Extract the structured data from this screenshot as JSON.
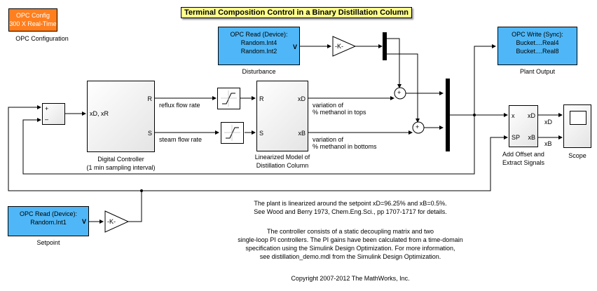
{
  "title": "Terminal Composition Control in a Binary Distillation Column",
  "opc_config": {
    "line1": "OPC Config",
    "line2": "300 X Real-Time",
    "label": "OPC Configuration"
  },
  "opc_read_disturbance": {
    "line1": "OPC Read (Device):",
    "line2": "Random.Int4",
    "line3": "Random.Int2",
    "port": "V",
    "label": "Disturbance"
  },
  "opc_write": {
    "line1": "OPC Write (Sync):",
    "line2": "Bucket....Real4",
    "line3": "Bucket....Real8",
    "label": "Plant Output"
  },
  "opc_read_setpoint": {
    "line1": "OPC Read (Device):",
    "line2": "Random.Int1",
    "port": "V",
    "label": "Setpoint"
  },
  "gain_disturbance": "-K-",
  "gain_setpoint": "-K-",
  "sum_signs": {
    "plus": "+",
    "minus": "–"
  },
  "sum_plus": "+",
  "digital_controller": {
    "in": "xD, xR",
    "out_r": "R",
    "out_s": "S",
    "label1": "Digital Controller",
    "label2": "(1 min sampling interval)"
  },
  "signals": {
    "reflux": "reflux flow rate",
    "steam": "steam flow rate",
    "tops1": "variation of",
    "tops2": "% methanol in tops",
    "bottoms1": "variation of",
    "bottoms2": "% methanol in bottoms",
    "xd": "xD",
    "xb": "xB"
  },
  "linearized_model": {
    "in_r": "R",
    "in_s": "S",
    "out_xd": "xD",
    "out_xb": "xB",
    "label1": "Linearized Model of",
    "label2": "Distillation Column"
  },
  "offset_block": {
    "in_x": "x",
    "in_sp": "SP",
    "out_xd": "xD",
    "out_xb": "xB",
    "label1": "Add Offset and",
    "label2": "Extract Signals"
  },
  "scope": {
    "label": "Scope"
  },
  "notes": {
    "n1": "The plant is linearized around the setpoint xD=96.25% and xB=0.5%.",
    "n2": "See Wood and Berry 1973, Chem.Eng.Sci., pp 1707-1717 for details.",
    "n3": "The controller consists of a static decoupling matrix and two",
    "n4": "single-loop PI controllers. The PI gains have been calculated from a time-domain",
    "n5": "specification using the Simulink Design Optimization. For more information,",
    "n6": "see distillation_demo.mdl from the Simulink Design Optimization.",
    "copyright": "Copyright 2007-2012 The MathWorks, Inc."
  }
}
